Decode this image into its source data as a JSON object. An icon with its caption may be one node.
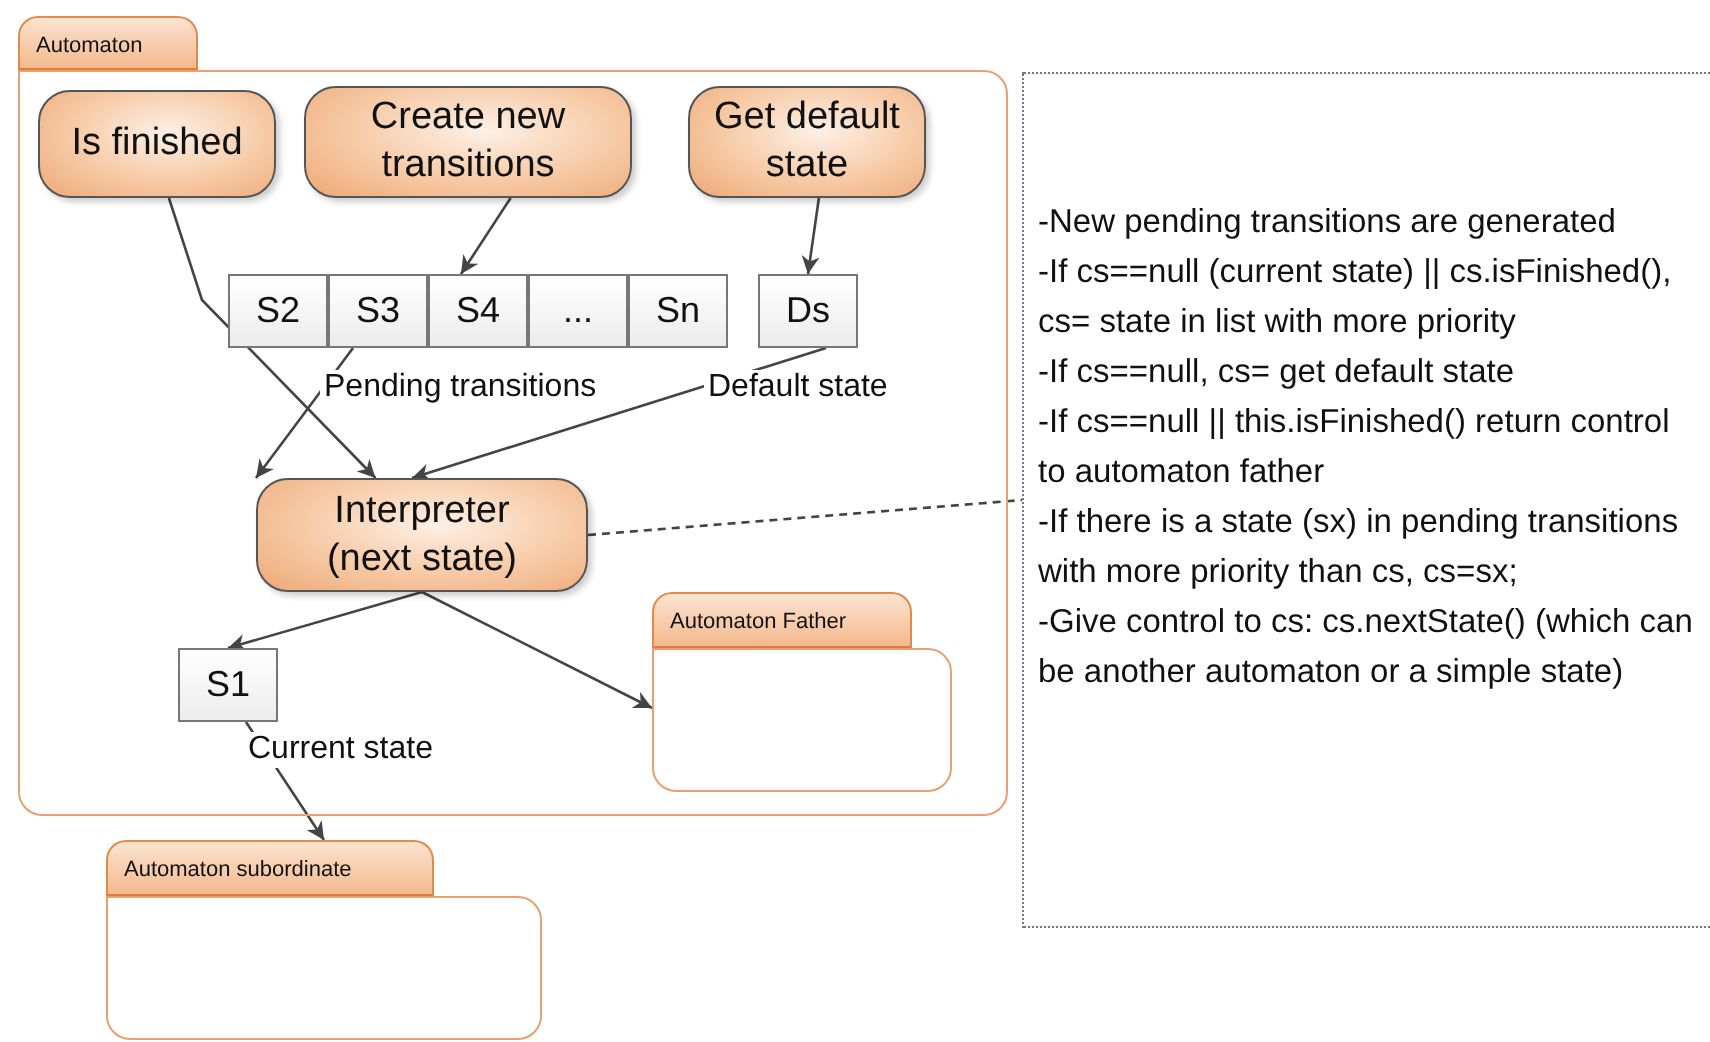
{
  "diagram": {
    "nodes": [
      {
        "text": [
          "Automaton"
        ]
      },
      {
        "text": [
          "Is finished"
        ],
        "in": 0
      },
      {
        "text": [
          "Create new transitions"
        ],
        "in": 0
      },
      {
        "text": [
          "Get default state"
        ],
        "in": 0
      },
      {
        "text": [
          "S2"
        ],
        "in": 0
      },
      {
        "text": [
          "S3"
        ],
        "in": 0
      },
      {
        "text": [
          "S4"
        ],
        "in": 0
      },
      {
        "text": [
          "..."
        ],
        "in": 0
      },
      {
        "text": [
          "Sn"
        ],
        "in": 0
      },
      {
        "text": [
          "Ds"
        ],
        "in": 0,
        "beside": [
          "Default state"
        ]
      },
      {
        "text": [
          "Interpreter (next state)"
        ],
        "in": 0
      },
      {
        "text": [
          "S1"
        ],
        "in": 0,
        "beside": [
          "Current state"
        ]
      },
      {
        "text": [
          "Automaton Father"
        ],
        "in": 0
      },
      {
        "text": [
          "Automaton subordinate"
        ]
      },
      {
        "text": [
          "-New pending transitions are generated",
          "-If cs==null (current state) || cs.isFinished(), cs= state in list with more priority",
          "-If cs==null, cs= get default state",
          "-If cs==null || this.isFinished()  return control to automaton father",
          "-If there is a state (sx) in pending transitions with more priority than cs, cs=sx;",
          "-Give control to cs: cs.nextState() (which can be another automaton or a simple state)"
        ]
      }
    ],
    "edges": [
      {
        "from": 1,
        "to": 10,
        "arrow": "to"
      },
      {
        "from": 2,
        "to": 6,
        "arrow": "to"
      },
      {
        "from": 3,
        "to": 9,
        "arrow": "to"
      },
      {
        "from": 5,
        "to": 10,
        "arrow": "to"
      },
      {
        "from": 9,
        "to": 10,
        "arrow": "to"
      },
      {
        "from": 10,
        "to": 11,
        "arrow": "to"
      },
      {
        "from": 10,
        "to": 12,
        "arrow": "to"
      },
      {
        "from": 11,
        "to": 13,
        "arrow": "to"
      },
      {
        "from": 10,
        "to": 14,
        "arrow": "none",
        "style": "dashed"
      }
    ],
    "labels": [
      "Pending transitions"
    ]
  }
}
